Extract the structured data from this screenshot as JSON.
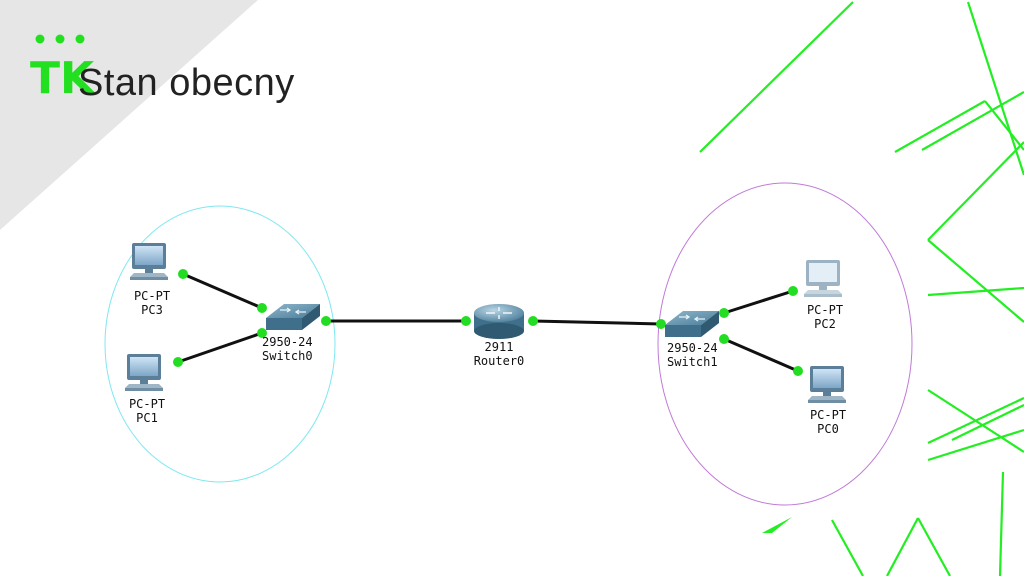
{
  "slide": {
    "title": "Stan obecny",
    "logo": {
      "text": "TK",
      "color": "#22e01f"
    }
  },
  "colors": {
    "accent_green": "#22ee22",
    "link_line": "#111111",
    "port_dot": "#22dd22",
    "left_group_outline": "#7fe8f0",
    "right_group_outline": "#c07ad8",
    "corner_band": "#e6e6e6"
  },
  "topology": {
    "devices": [
      {
        "id": "pc3",
        "model": "PC-PT",
        "name": "PC3",
        "icon": "desktop-pc-icon"
      },
      {
        "id": "pc1",
        "model": "PC-PT",
        "name": "PC1",
        "icon": "desktop-pc-icon"
      },
      {
        "id": "switch0",
        "model": "2950-24",
        "name": "Switch0",
        "icon": "switch-icon"
      },
      {
        "id": "router0",
        "model": "2911",
        "name": "Router0",
        "icon": "router-icon"
      },
      {
        "id": "switch1",
        "model": "2950-24",
        "name": "Switch1",
        "icon": "switch-icon"
      },
      {
        "id": "pc2",
        "model": "PC-PT",
        "name": "PC2",
        "icon": "desktop-pc-icon"
      },
      {
        "id": "pc0",
        "model": "PC-PT",
        "name": "PC0",
        "icon": "desktop-pc-icon"
      }
    ],
    "links": [
      [
        "pc3",
        "switch0"
      ],
      [
        "pc1",
        "switch0"
      ],
      [
        "switch0",
        "router0"
      ],
      [
        "router0",
        "switch1"
      ],
      [
        "switch1",
        "pc2"
      ],
      [
        "switch1",
        "pc0"
      ]
    ]
  }
}
